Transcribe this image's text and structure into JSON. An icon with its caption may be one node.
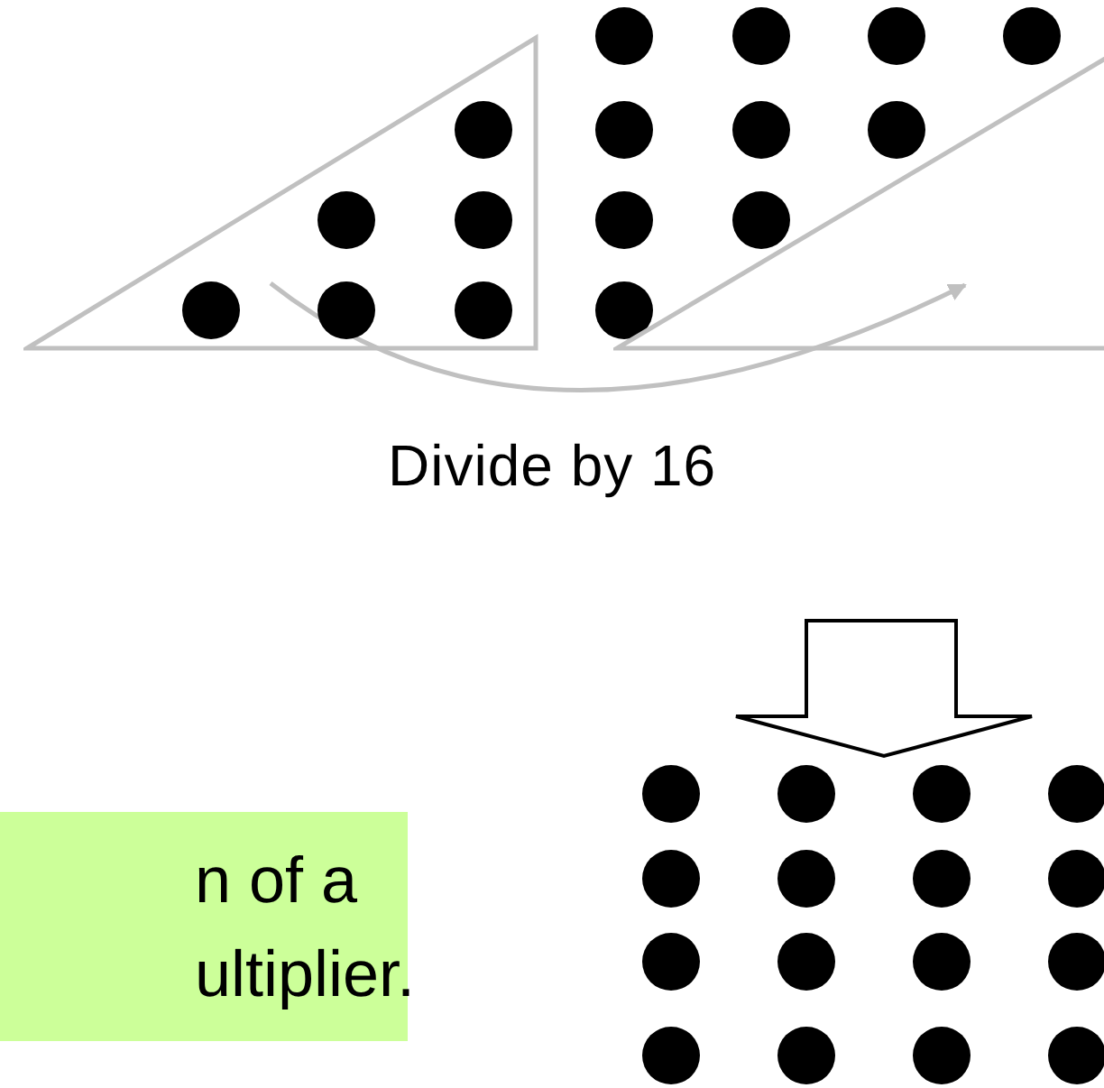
{
  "diagram": {
    "nodes": [
      {
        "text": [],
        "shape": "triangle"
      },
      {
        "text": [],
        "shape": "triangle"
      },
      {
        "text": [],
        "shape": "picture"
      },
      {
        "text": [
          "n of a ultiplier."
        ]
      }
    ],
    "edges": [
      {
        "from": 0,
        "to": 1,
        "arrow": "to",
        "label": "Divide by 16"
      },
      {
        "from": null,
        "to": 2,
        "arrow": "to",
        "style": "thick"
      }
    ]
  }
}
